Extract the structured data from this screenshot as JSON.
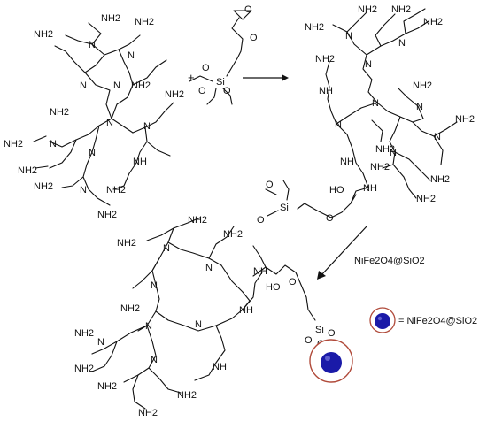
{
  "labels": {
    "amine": "NH2",
    "tertiary_n": "N",
    "secondary_nh": "NH",
    "oxygen": "O",
    "hydroxyl": "HO",
    "silicon": "Si",
    "plus": "+",
    "reagent_arrow": "NiFe2O4@SiO2",
    "legend": "= NiFe2O4@SiO2"
  },
  "colors": {
    "core": "#1a1aa8",
    "shell": "#b04a3a",
    "bond": "#111111"
  }
}
